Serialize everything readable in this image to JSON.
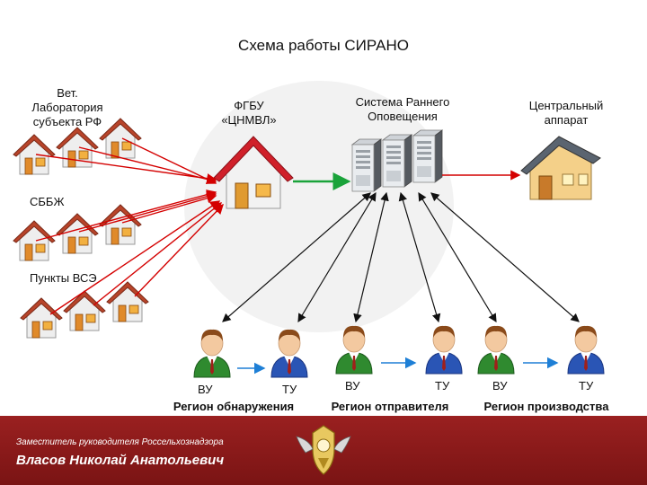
{
  "title": "Схема работы СИРАНО",
  "nodes": {
    "vet_lab": "Вет.\nЛаборатория\nсубъекта РФ",
    "fgbu": "ФГБУ\n«ЦНМВЛ»",
    "early_warning": "Система Раннего\nОповещения",
    "central": "Центральный\nаппарат",
    "sbbzh": "СББЖ",
    "vse": "Пункты ВСЭ"
  },
  "regions": [
    {
      "vu": "ВУ",
      "tu": "ТУ",
      "name": "Регион обнаружения"
    },
    {
      "vu": "ВУ",
      "tu": "ТУ",
      "name": "Регион отправителя"
    },
    {
      "vu": "ВУ",
      "tu": "ТУ",
      "name": "Регион производства"
    }
  ],
  "footer": {
    "position": "Заместитель руководителя Россельхознадзора",
    "name": "Власов Николай Анатольевич"
  },
  "colors": {
    "footer_bg": "#8a1c1c",
    "arrow_red": "#d40000",
    "arrow_green": "#1aa33a",
    "arrow_black": "#111111",
    "arrow_blue": "#1e7fd6"
  }
}
